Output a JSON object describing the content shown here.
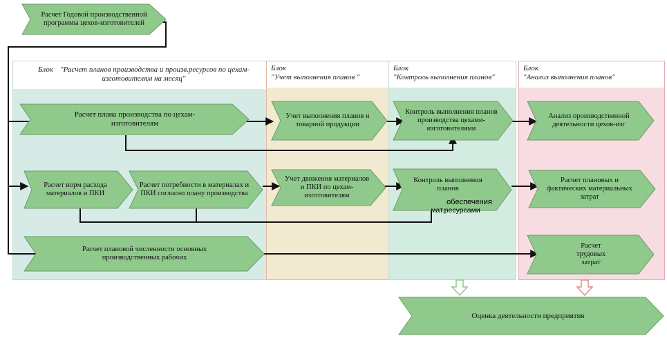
{
  "colors": {
    "arrow_fill": "#8fc98c",
    "arrow_stroke": "#6b9c67",
    "block1_bg": "#d6ebe6",
    "block2_bg": "#f2ead0",
    "block3_bg": "#d3ece1",
    "block4_bg": "#f7dde2",
    "connector": "#111111"
  },
  "top_arrow": "Расчет Годовой производственной программы цехов-изготовителей",
  "blocks": [
    {
      "prefix": "Блок",
      "title": "\"Расчет планов производства и произв.ресурсов по цехам-изготовителям на месяц\""
    },
    {
      "prefix": "Блок",
      "title": "\"Учет выполнения планов \""
    },
    {
      "prefix": "Блок",
      "title": "\"Контроль выполнения планов\""
    },
    {
      "prefix": "Блок",
      "title": "\"Анализ выполнения планов\""
    }
  ],
  "arrows": {
    "plan_production": "Расчет плана производства по цехам-изготовителям",
    "norms": "Расчет норм расхода материалов и ПКИ",
    "needs": "Расчет потребности в материалах и ПКИ согласно плану производства",
    "staff": "Расчет плановой численности основных производственных рабочих",
    "account_plans": "Учет выполнения планов и товарной продукции",
    "account_materials": "Учет движения материалов и ПКИ по цехам-изготовителям",
    "control_plans": "Контроль выполнения планов производства цехами-изготовителями",
    "control_provision": "Контроль выполнения планов",
    "control_provision_extra": "обеспечения",
    "control_provision_extra2": "мат.ресурсами",
    "analysis": "Анализ производственной деятельности цехов-изг",
    "material_costs": "Расчет плановых и фактических материальных затрат",
    "labor_costs": "Расчет трудовых затрат",
    "evaluation": "Оценка деятельности предприятия"
  }
}
